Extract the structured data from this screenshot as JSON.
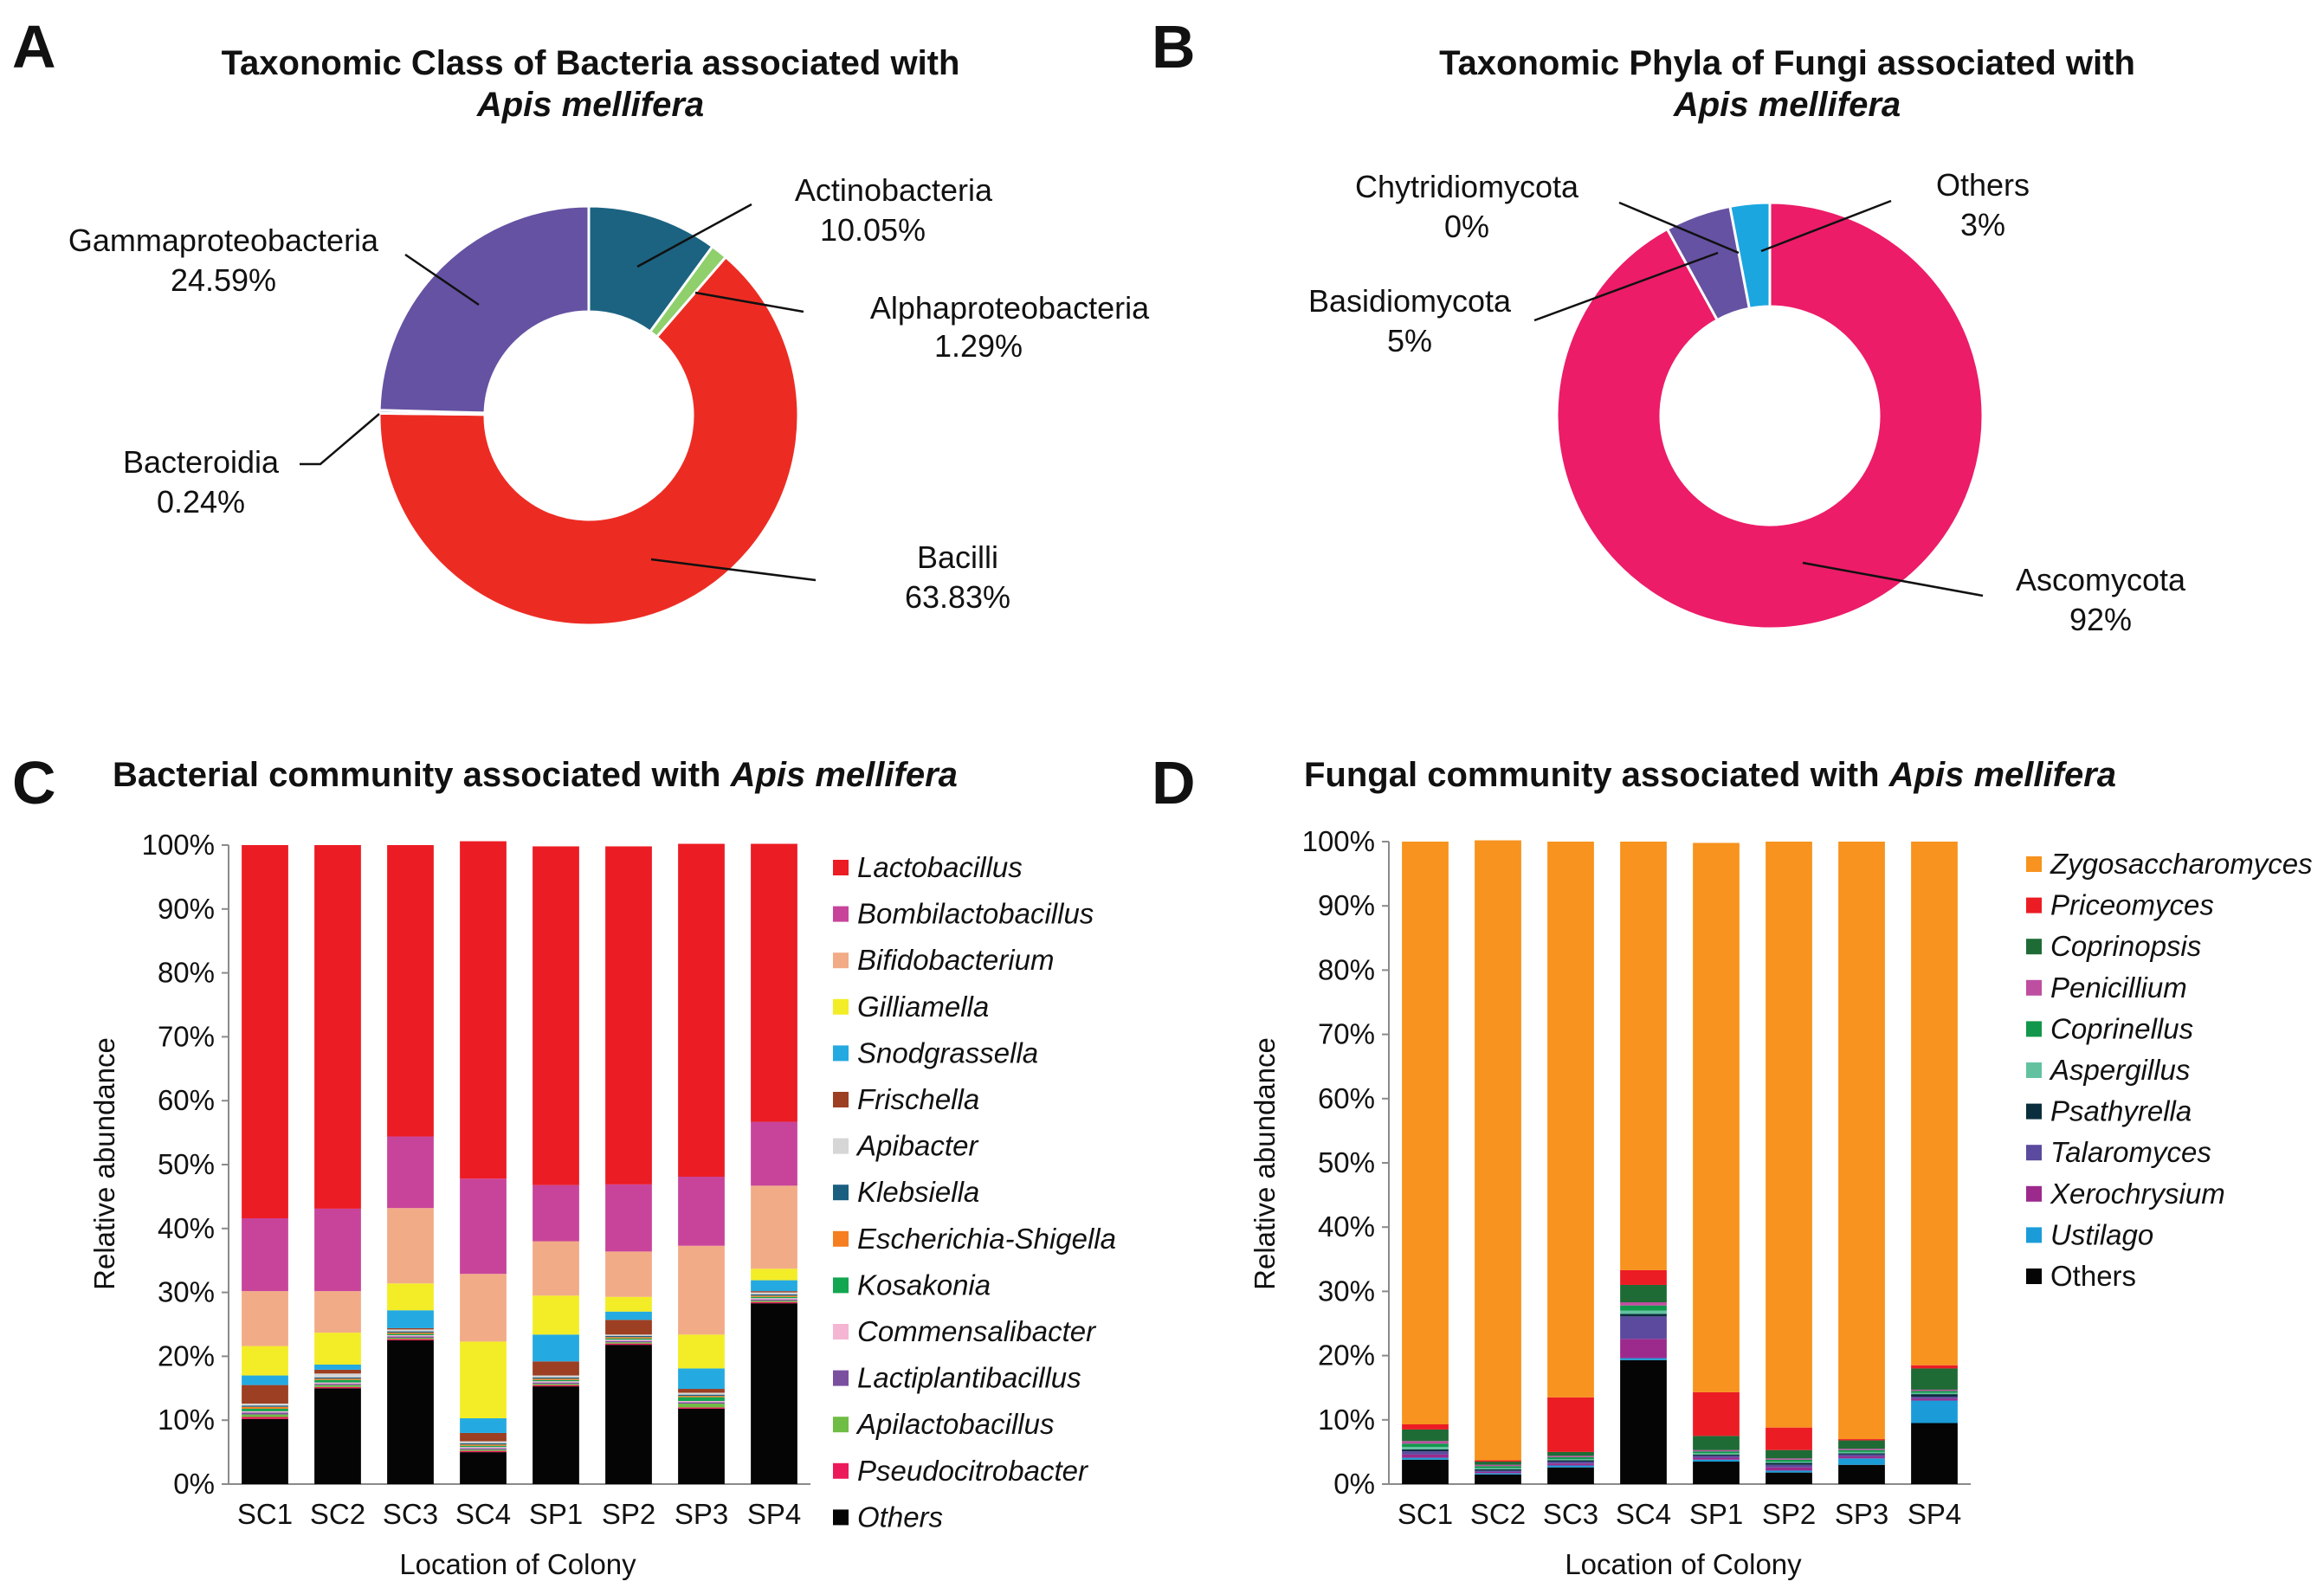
{
  "colors": {
    "Actinobacteria": "#1c6381",
    "Alphaproteobacteria": "#8fcf6c",
    "Bacilli": "#ec2c23",
    "Bacteroidia": "#9fc3e0",
    "Gammaproteobacteria": "#6552a2",
    "Ascomycota": "#ec1c68",
    "Basidiomycota": "#6552a2",
    "Chytridiomycota": "#c9b8e0",
    "Others_phyla": "#1ba6e0",
    "Lactobacillus": "#ec1c24",
    "Bombilactobacillus": "#c8449b",
    "Bifidobacterium": "#f2ab87",
    "Gilliamella": "#f3ed27",
    "Snodgrassella": "#24aae1",
    "Frischella": "#9c3f22",
    "Apibacter": "#d6d6d6",
    "Klebsiella": "#1b5f80",
    "Escherichia-Shigella": "#f57e20",
    "Kosakonia": "#12a650",
    "Commensalibacter": "#f5b6d3",
    "Lactiplantibacillus": "#7b4fa0",
    "Apilactobacillus": "#6fbd44",
    "Pseudocitrobacter": "#ec1a5a",
    "Others": "#050505",
    "Zygosaccharomyces": "#f7931e",
    "Priceomyces": "#ec1c24",
    "Coprinopsis": "#1e6b36",
    "Penicillium": "#be4ea0",
    "Coprinellus": "#11974b",
    "Aspergillus": "#62c29f",
    "Psathyrella": "#0b2e3e",
    "Talaromyces": "#5b4a9e",
    "Xerochrysium": "#9c2a8c",
    "Ustilago": "#1b9cd8",
    "Others_fungi": "#050505"
  },
  "panels": {
    "A": {
      "letter": "A",
      "title_line1": "Taxonomic Class of Bacteria associated with",
      "title_line2": "Apis mellifera"
    },
    "B": {
      "letter": "B",
      "title_line1": "Taxonomic Phyla of Fungi associated with",
      "title_line2": "Apis mellifera"
    },
    "C": {
      "letter": "C",
      "title_main": "Bacterial community associated with ",
      "title_italic": "Apis mellifera"
    },
    "D": {
      "letter": "D",
      "title_main": "Fungal community associated with ",
      "title_italic": "Apis mellifera"
    }
  },
  "chart_data": [
    {
      "type": "pie",
      "donut": true,
      "title": "Taxonomic Class of Bacteria associated with Apis mellifera",
      "slices": [
        {
          "label": "Actinobacteria",
          "value": 10.05,
          "value_text": "10.05%"
        },
        {
          "label": "Alphaproteobacteria",
          "value": 1.29,
          "value_text": "1.29%"
        },
        {
          "label": "Bacilli",
          "value": 63.83,
          "value_text": "63.83%"
        },
        {
          "label": "Bacteroidia",
          "value": 0.24,
          "value_text": "0.24%"
        },
        {
          "label": "Gammaproteobacteria",
          "value": 24.59,
          "value_text": "24.59%"
        }
      ]
    },
    {
      "type": "pie",
      "donut": true,
      "title": "Taxonomic Phyla of Fungi associated with Apis mellifera",
      "slices": [
        {
          "label": "Ascomycota",
          "value": 92,
          "value_text": "92%"
        },
        {
          "label": "Basidiomycota",
          "value": 5,
          "value_text": "5%"
        },
        {
          "label": "Chytridiomycota",
          "value": 0,
          "value_text": "0%"
        },
        {
          "label": "Others",
          "value": 3,
          "value_text": "3%"
        }
      ]
    },
    {
      "type": "bar",
      "stacked": true,
      "title": "Bacterial community associated with Apis mellifera",
      "xlabel": "Location of Colony",
      "ylabel": "Relative abundance",
      "ylim": [
        0,
        100
      ],
      "yticks": [
        "0%",
        "10%",
        "20%",
        "30%",
        "40%",
        "50%",
        "60%",
        "70%",
        "80%",
        "90%",
        "100%"
      ],
      "categories": [
        "SC1",
        "SC2",
        "SC3",
        "SC4",
        "SP1",
        "SP2",
        "SP3",
        "SP4"
      ],
      "legend_order": [
        "Lactobacillus",
        "Bombilactobacillus",
        "Bifidobacterium",
        "Gilliamella",
        "Snodgrassella",
        "Frischella",
        "Apibacter",
        "Klebsiella",
        "Escherichia-Shigella",
        "Kosakonia",
        "Commensalibacter",
        "Lactiplantibacillus",
        "Apilactobacillus",
        "Pseudocitrobacter",
        "Others"
      ],
      "series": [
        {
          "name": "Others",
          "values": [
            10.2,
            15.0,
            22.5,
            5.0,
            15.3,
            21.8,
            11.8,
            28.3
          ]
        },
        {
          "name": "Pseudocitrobacter",
          "values": [
            0.3,
            0.2,
            0.2,
            0.2,
            0.2,
            0.2,
            0.2,
            0.2
          ]
        },
        {
          "name": "Apilactobacillus",
          "values": [
            0.4,
            0.3,
            0.2,
            0.2,
            0.2,
            0.2,
            0.6,
            0.2
          ]
        },
        {
          "name": "Lactiplantibacillus",
          "values": [
            0.3,
            0.2,
            0.2,
            0.2,
            0.2,
            0.2,
            0.2,
            0.2
          ]
        },
        {
          "name": "Commensalibacter",
          "values": [
            0.2,
            0.2,
            0.2,
            0.2,
            0.2,
            0.2,
            0.2,
            0.2
          ]
        },
        {
          "name": "Kosakonia",
          "values": [
            0.4,
            0.4,
            0.2,
            0.2,
            0.2,
            0.2,
            0.6,
            0.2
          ]
        },
        {
          "name": "Escherichia-Shigella",
          "values": [
            0.3,
            0.2,
            0.2,
            0.2,
            0.2,
            0.2,
            0.2,
            0.2
          ]
        },
        {
          "name": "Klebsiella",
          "values": [
            0.2,
            0.2,
            0.2,
            0.2,
            0.2,
            0.2,
            0.2,
            0.2
          ]
        },
        {
          "name": "Apibacter",
          "values": [
            0.3,
            0.6,
            0.3,
            0.3,
            0.3,
            0.2,
            0.3,
            0.3
          ]
        },
        {
          "name": "Frischella",
          "values": [
            2.9,
            0.6,
            0.2,
            1.3,
            2.2,
            2.3,
            0.6,
            0.2
          ]
        },
        {
          "name": "Snodgrassella",
          "values": [
            1.5,
            0.8,
            2.8,
            2.3,
            4.2,
            1.3,
            3.2,
            1.7
          ]
        },
        {
          "name": "Gilliamella",
          "values": [
            4.6,
            5.0,
            4.2,
            12.0,
            6.1,
            2.3,
            5.3,
            1.8
          ]
        },
        {
          "name": "Bifidobacterium",
          "values": [
            8.6,
            6.5,
            11.8,
            10.6,
            8.5,
            7.1,
            13.9,
            13.0
          ]
        },
        {
          "name": "Bombilactobacillus",
          "values": [
            11.4,
            12.9,
            11.2,
            14.9,
            8.8,
            10.5,
            10.8,
            10.0
          ]
        },
        {
          "name": "Lactobacillus",
          "values": [
            58.4,
            56.9,
            45.6,
            52.8,
            53.0,
            52.9,
            52.1,
            43.5
          ]
        }
      ]
    },
    {
      "type": "bar",
      "stacked": true,
      "title": "Fungal community associated with Apis mellifera",
      "xlabel": "Location of Colony",
      "ylabel": "Relative abundance",
      "ylim": [
        0,
        100
      ],
      "yticks": [
        "0%",
        "10%",
        "20%",
        "30%",
        "40%",
        "50%",
        "60%",
        "70%",
        "80%",
        "90%",
        "100%"
      ],
      "categories": [
        "SC1",
        "SC2",
        "SC3",
        "SC4",
        "SP1",
        "SP2",
        "SP3",
        "SP4"
      ],
      "legend_order": [
        "Zygosaccharomyces",
        "Priceomyces",
        "Coprinopsis",
        "Penicillium",
        "Coprinellus",
        "Aspergillus",
        "Psathyrella",
        "Talaromyces",
        "Xerochrysium",
        "Ustilago",
        "Others"
      ],
      "series": [
        {
          "name": "Others",
          "color_key": "Others_fungi",
          "values": [
            3.8,
            1.5,
            2.6,
            19.3,
            3.5,
            1.8,
            3.0,
            9.5
          ]
        },
        {
          "name": "Ustilago",
          "values": [
            0.3,
            0.2,
            0.3,
            0.3,
            0.3,
            0.3,
            1.0,
            3.5
          ]
        },
        {
          "name": "Xerochrysium",
          "values": [
            0.5,
            0.2,
            0.3,
            3.0,
            0.3,
            0.5,
            0.3,
            0.3
          ]
        },
        {
          "name": "Talaromyces",
          "values": [
            0.5,
            0.2,
            0.3,
            3.5,
            0.3,
            0.4,
            0.3,
            0.3
          ]
        },
        {
          "name": "Psathyrella",
          "values": [
            0.3,
            0.2,
            0.2,
            0.4,
            0.2,
            0.3,
            0.2,
            0.4
          ]
        },
        {
          "name": "Aspergillus",
          "values": [
            0.4,
            0.2,
            0.2,
            0.5,
            0.2,
            0.2,
            0.2,
            0.2
          ]
        },
        {
          "name": "Coprinellus",
          "values": [
            0.5,
            0.3,
            0.3,
            0.8,
            0.3,
            0.3,
            0.3,
            0.3
          ]
        },
        {
          "name": "Penicillium",
          "values": [
            0.4,
            0.2,
            0.2,
            0.5,
            0.2,
            0.2,
            0.2,
            0.2
          ]
        },
        {
          "name": "Coprinopsis",
          "values": [
            1.8,
            0.5,
            0.6,
            2.7,
            2.2,
            1.3,
            1.3,
            3.3
          ]
        },
        {
          "name": "Priceomyces",
          "values": [
            0.8,
            0.2,
            8.5,
            2.3,
            6.8,
            3.5,
            0.2,
            0.5
          ]
        },
        {
          "name": "Zygosaccharomyces",
          "values": [
            90.7,
            96.5,
            86.5,
            66.7,
            85.5,
            91.2,
            93.0,
            81.5
          ]
        }
      ]
    }
  ]
}
